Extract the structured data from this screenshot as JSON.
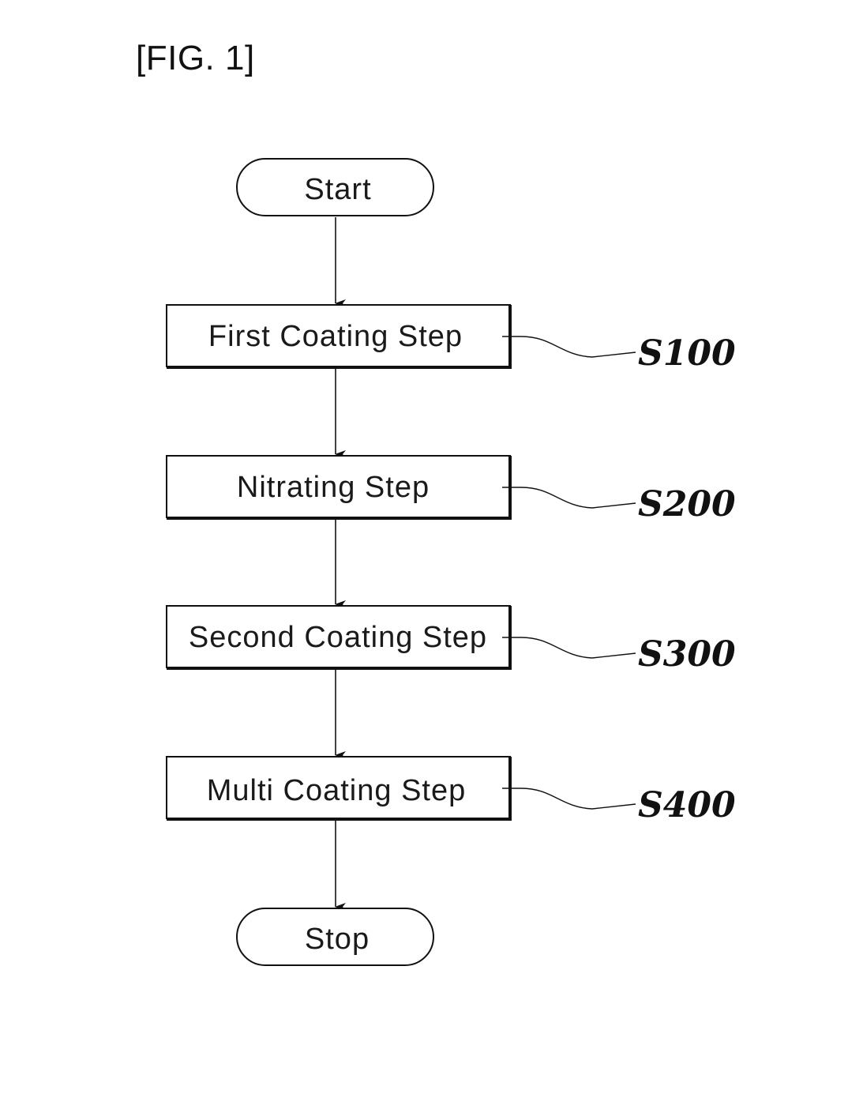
{
  "figure": {
    "title": "[FIG. 1]"
  },
  "flowchart": {
    "start": "Start",
    "steps": [
      {
        "label": "First Coating Step",
        "ref": "S100"
      },
      {
        "label": "Nitrating Step",
        "ref": "S200"
      },
      {
        "label": "Second Coating Step",
        "ref": "S300"
      },
      {
        "label": "Multi Coating Step",
        "ref": "S400"
      }
    ],
    "stop": "Stop"
  }
}
